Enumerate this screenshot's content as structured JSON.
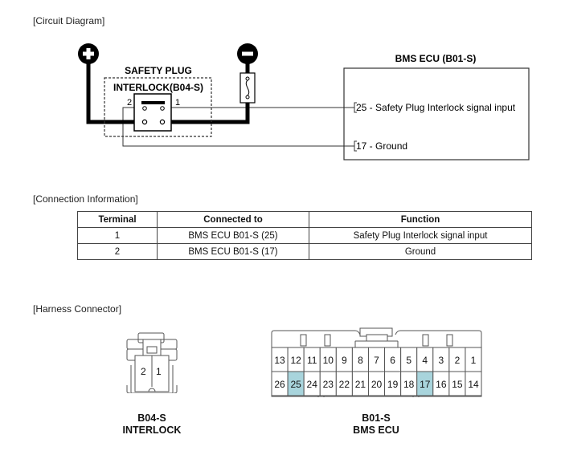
{
  "sections": {
    "circuit": "[Circuit Diagram]",
    "connection": "[Connection Information]",
    "harness": "[Harness Connector]"
  },
  "circuit": {
    "plug_title_1": "SAFETY PLUG",
    "plug_title_2": "INTERLOCK(B04-S)",
    "pin_2": "2",
    "pin_1": "1",
    "ecu_title": "BMS ECU (B01-S)",
    "ecu_pin_25": "25 - Safety Plug Interlock signal input",
    "ecu_pin_17": "17 - Ground",
    "positive_icon": "plus-terminal",
    "negative_icon": "minus-terminal",
    "fuse_icon": "fuse"
  },
  "table": {
    "headers": [
      "Terminal",
      "Connected to",
      "Function"
    ],
    "rows": [
      [
        "1",
        "BMS ECU B01-S (25)",
        "Safety Plug Interlock signal input"
      ],
      [
        "2",
        "BMS ECU B01-S (17)",
        "Ground"
      ]
    ]
  },
  "harness": {
    "b04s": {
      "pins": [
        "2",
        "1"
      ],
      "caption_1": "B04-S",
      "caption_2": "INTERLOCK"
    },
    "b01s": {
      "top_row": [
        "13",
        "12",
        "11",
        "10",
        "9",
        "8",
        "7",
        "6",
        "5",
        "4",
        "3",
        "2",
        "1"
      ],
      "bottom_row": [
        "26",
        "25",
        "24",
        "23",
        "22",
        "21",
        "20",
        "19",
        "18",
        "17",
        "16",
        "15",
        "14"
      ],
      "highlighted": [
        "25",
        "17"
      ],
      "highlight_color": "#a8d4dc",
      "caption_1": "B01-S",
      "caption_2": "BMS ECU"
    }
  }
}
